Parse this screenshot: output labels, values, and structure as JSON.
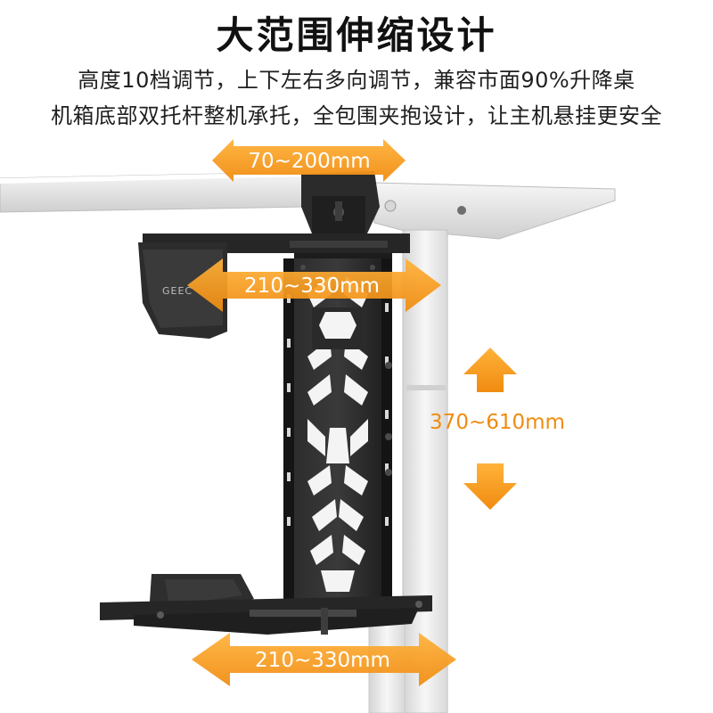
{
  "header": {
    "title": "大范围伸缩设计",
    "line1": "高度10档调节，上下左右多向调节，兼容市面90%升降桌",
    "line2": "机箱底部双托杆整机承托，全包围夹抱设计，让主机悬挂更安全"
  },
  "dimensions": {
    "clamp_width": "70~200mm",
    "upper_width": "210~330mm",
    "height_range": "370~610mm",
    "lower_width": "210~330mm"
  },
  "brand": {
    "logo_text": "GEEC"
  },
  "colors": {
    "accent": "#F39A1E",
    "frame": "#E9E9E9",
    "metal": "#1E1E1E"
  }
}
